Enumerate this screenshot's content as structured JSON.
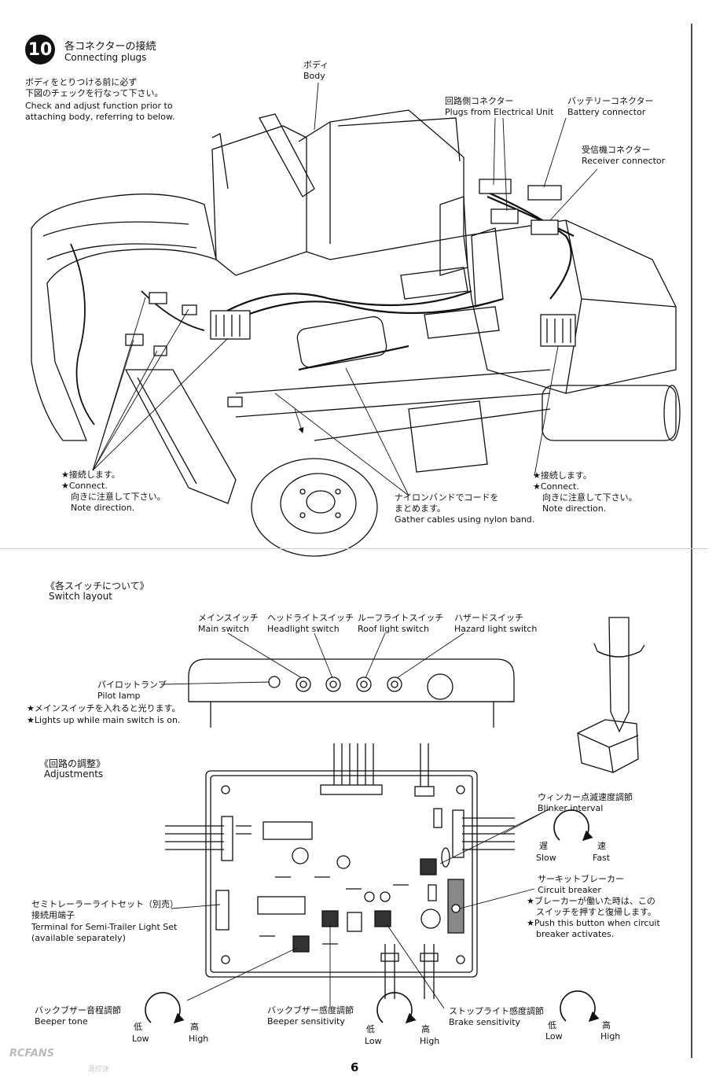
{
  "step": {
    "number": "10",
    "title_jp": "各コネクターの接続",
    "title_en": "Connecting plugs",
    "note_jp_1": "ボディをとりつける前に必ず",
    "note_jp_2": "下図のチェックを行なって下さい。",
    "note_en_1": "Check and adjust function prior to",
    "note_en_2": "attaching body, referring to below."
  },
  "labels": {
    "body_jp": "ボディ",
    "body_en": "Body",
    "plugs_elec_jp": "回路側コネクター",
    "plugs_elec_en": "Plugs from Electrical Unit",
    "battery_jp": "バッテリーコネクター",
    "battery_en": "Battery connector",
    "receiver_jp": "受信機コネクター",
    "receiver_en": "Receiver connector",
    "connect_left_jp": "★接続します。",
    "connect_left_en": "★Connect.",
    "dir_left_jp": "向きに注意して下さい。",
    "dir_left_en": "Note direction.",
    "nylon_jp_1": "ナイロンバンドでコードを",
    "nylon_jp_2": "まとめます。",
    "nylon_en": "Gather cables using nylon band.",
    "connect_right_jp": "★接続します。",
    "connect_right_en": "★Connect.",
    "dir_right_jp": "向きに注意して下さい。",
    "dir_right_en": "Note direction."
  },
  "switch_section": {
    "title_jp": "《各スイッチについて》",
    "title_en": "Switch layout",
    "main_jp": "メインスイッチ",
    "main_en": "Main switch",
    "headlight_jp": "ヘッドライトスイッチ",
    "headlight_en": "Headlight switch",
    "roof_jp": "ルーフライトスイッチ",
    "roof_en": "Roof light switch",
    "hazard_jp": "ハザードスイッチ",
    "hazard_en": "Hazard light switch",
    "pilot_jp": "パイロットランプ",
    "pilot_en": "Pilot lamp",
    "pilot_note_jp": "★メインスイッチを入れると光ります。",
    "pilot_note_en": "★Lights up while main switch is on."
  },
  "adjust_section": {
    "title_jp": "《回路の調整》",
    "title_en": "Adjustments",
    "blinker_jp": "ウィンカー点滅速度調節",
    "blinker_en": "Blinker interval",
    "blinker_slow_jp": "遅",
    "blinker_slow_en": "Slow",
    "blinker_fast_jp": "速",
    "blinker_fast_en": "Fast",
    "breaker_jp": "サーキットブレーカー",
    "breaker_en": "Circuit breaker",
    "breaker_note_jp_1": "★ブレーカーが働いた時は、この",
    "breaker_note_jp_2": "スイッチを押すと復帰します。",
    "breaker_note_en_1": "★Push this button when circuit",
    "breaker_note_en_2": "breaker activates.",
    "semi_jp_1": "セミトレーラーライトセット（別売）",
    "semi_jp_2": "接続用端子",
    "semi_en_1": "Terminal for Semi-Trailer Light Set",
    "semi_en_2": "(available separately)",
    "beeper_tone_jp": "バックブザー音程調節",
    "beeper_tone_en": "Beeper tone",
    "beeper_sens_jp": "バックブザー感度調節",
    "beeper_sens_en": "Beeper sensitivity",
    "brake_jp": "ストップライト感度調節",
    "brake_en": "Brake sensitivity",
    "low_jp": "低",
    "low_en": "Low",
    "high_jp": "高",
    "high_en": "High"
  },
  "page_number": "6",
  "watermark": "RCFANS",
  "watermark_sub": "遥控迷"
}
